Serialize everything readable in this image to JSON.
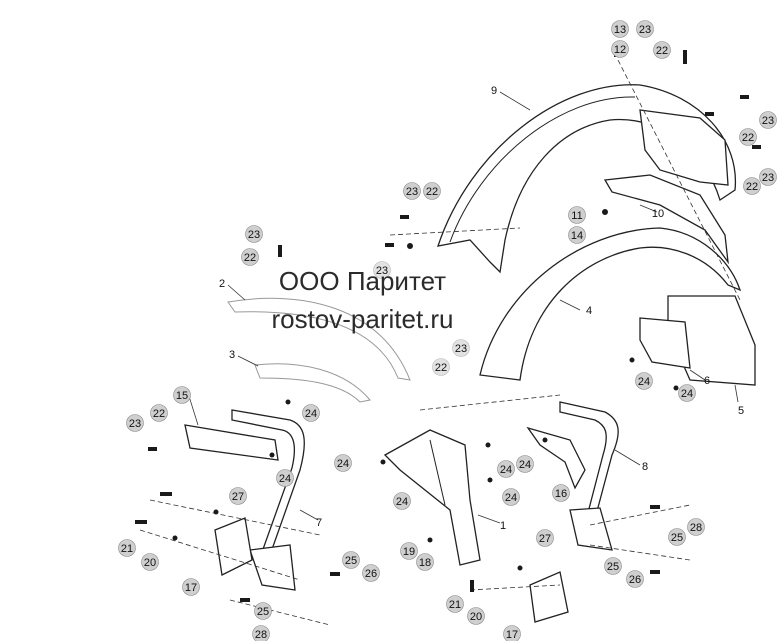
{
  "watermark": {
    "company": "ООО Паритет",
    "site": "rostov-paritet.ru"
  },
  "callouts": {
    "n1": "1",
    "n2": "2",
    "n3": "3",
    "n4": "4",
    "n5": "5",
    "n6": "6",
    "n7": "7",
    "n8": "8",
    "n9": "9",
    "n10": "10",
    "n11": "11",
    "n12": "12",
    "n13": "13",
    "n14": "14",
    "n15": "15",
    "n16": "16",
    "n17": "17",
    "n18": "18",
    "n19": "19",
    "n20": "20",
    "n21": "21",
    "n22": "22",
    "n23": "23",
    "n24": "24",
    "n25": "25",
    "n26": "26",
    "n27": "27",
    "n28": "28"
  }
}
